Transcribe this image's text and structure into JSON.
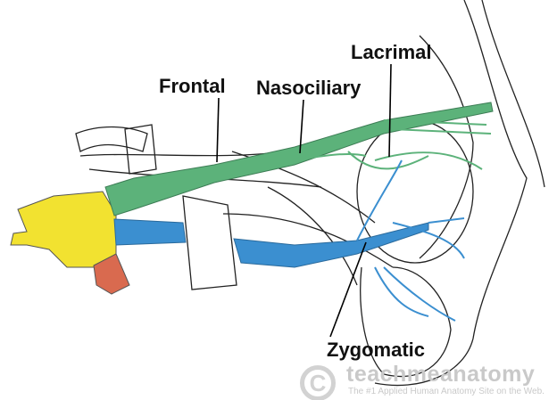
{
  "labels": {
    "frontal": "Frontal",
    "nasociliary": "Nasociliary",
    "lacrimal": "Lacrimal",
    "zygomatic": "Zygomatic"
  },
  "watermark": {
    "brand": "teachmeanatomy",
    "tagline": "The #1 Applied Human Anatomy Site on the Web.",
    "symbol": "C"
  },
  "colors": {
    "ganglion": "#f2e230",
    "ophthalmic": "#5cb27a",
    "maxillary": "#3b8fd0",
    "mandibular": "#d96a4f"
  }
}
